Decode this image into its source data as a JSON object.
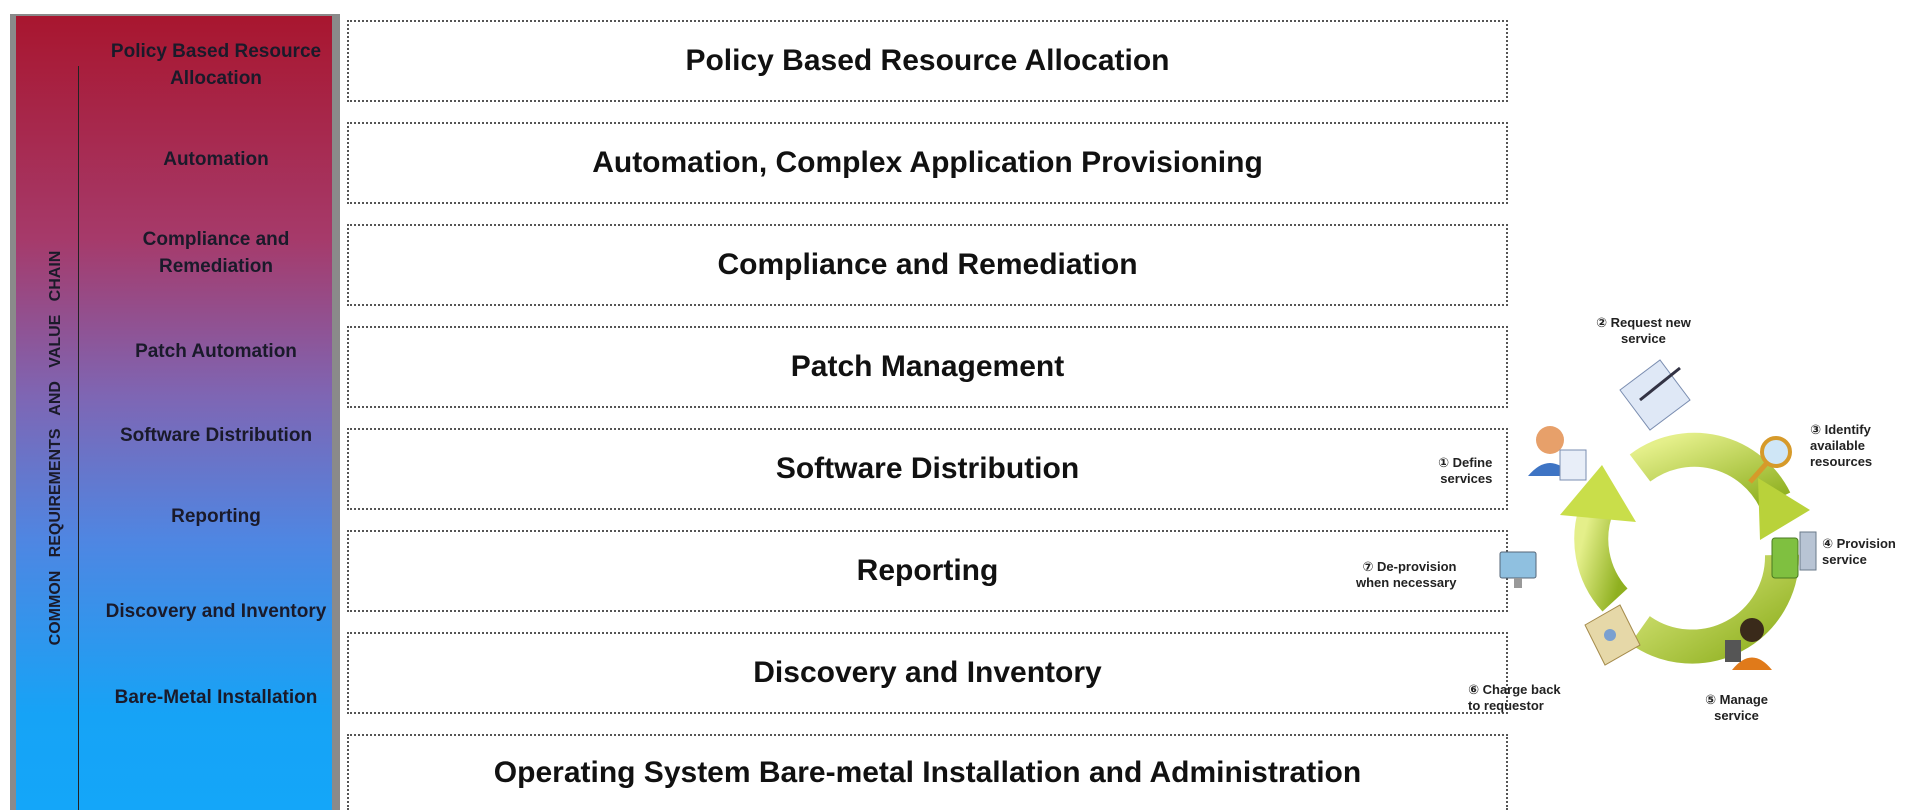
{
  "value_chain": {
    "vertical_label": "COMMON   REQUIREMENTS   AND   VALUE   CHAIN",
    "items": [
      "Policy Based Resource Allocation",
      "Automation",
      "Compliance and Remediation",
      "Patch Automation",
      "Software Distribution",
      "Reporting",
      "Discovery and Inventory",
      "Bare-Metal Installation"
    ]
  },
  "layers": [
    "Policy Based Resource Allocation",
    "Automation, Complex Application Provisioning",
    "Compliance and Remediation",
    "Patch Management",
    "Software Distribution",
    "Reporting",
    "Discovery and Inventory",
    "Operating System Bare-metal Installation and Administration"
  ],
  "lifecycle": {
    "steps": [
      "① Define\nservices",
      "② Request new\nservice",
      "③ Identify\navailable\nresources",
      "④ Provision\nservice",
      "⑤ Manage\nservice",
      "⑥ Charge back\nto requestor",
      "⑦ De-provision\nwhen necessary"
    ],
    "colors": {
      "arrow_light": "#d8e86a",
      "arrow_dark": "#8fb020"
    }
  }
}
